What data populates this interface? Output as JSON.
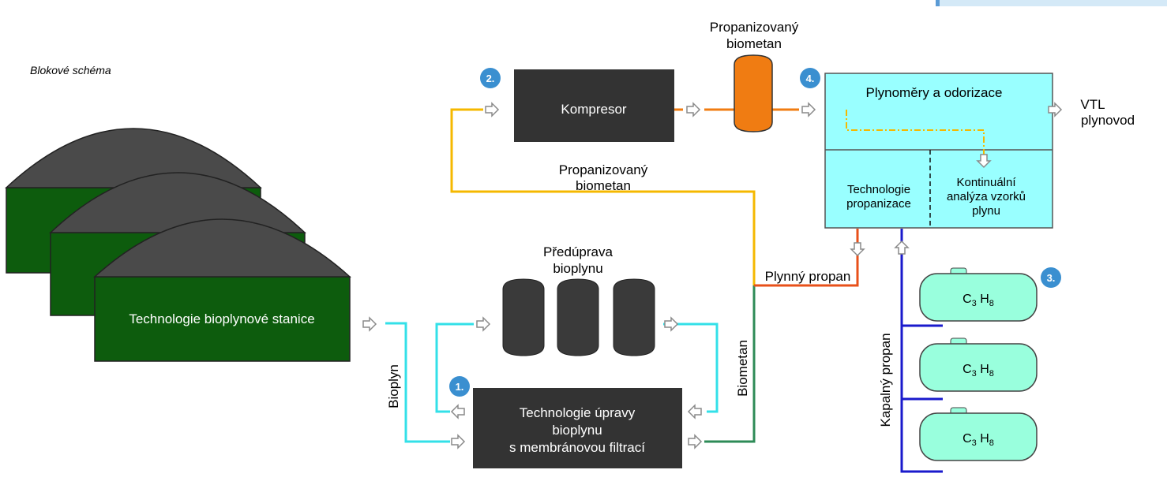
{
  "caption": "Blokové schéma",
  "colors": {
    "biogas": "#33e0e8",
    "propanized": "#f5b800",
    "compressed": "#f07c12",
    "biomethane": "#2e8b57",
    "propane_gas": "#e8501a",
    "liquid_propane": "#1a1acc",
    "plant": "#0d5c0d",
    "dome": "#4a4a4a",
    "block": "#333333",
    "station": "#99ffff",
    "tank": "#99ffdd",
    "badge": "#3a8fd0"
  },
  "plant": {
    "label": "Technologie bioplynové stanice"
  },
  "pretreatment": {
    "label_line1": "Předúprava",
    "label_line2": "bioplynu"
  },
  "upgrade": {
    "line1": "Technologie úpravy",
    "line2": "bioplynu",
    "line3": "s membránovou filtrací"
  },
  "compressor": {
    "label": "Kompresor"
  },
  "vessel": {
    "label_line1": "Propanizovaný",
    "label_line2": "biometan"
  },
  "propanized_route": {
    "label_line1": "Propanizovaný",
    "label_line2": "biometan"
  },
  "station": {
    "title": "Plynoměry a odorizace",
    "tech_line1": "Technologie",
    "tech_line2": "propanizace",
    "analysis_line1": "Kontinuální",
    "analysis_line2": "analýza vzorků",
    "analysis_line3": "plynu"
  },
  "outlet": {
    "line1": "VTL",
    "line2": "plynovod"
  },
  "labels": {
    "bioplyn": "Bioplyn",
    "biometan": "Biometan",
    "plynny_propan": "Plynný propan",
    "kapalny_propan": "Kapalný propan"
  },
  "tank": {
    "symbol": "C",
    "sub1": "3",
    "mid": " H",
    "sub2": "8"
  },
  "badges": [
    "1.",
    "2.",
    "3.",
    "4."
  ]
}
